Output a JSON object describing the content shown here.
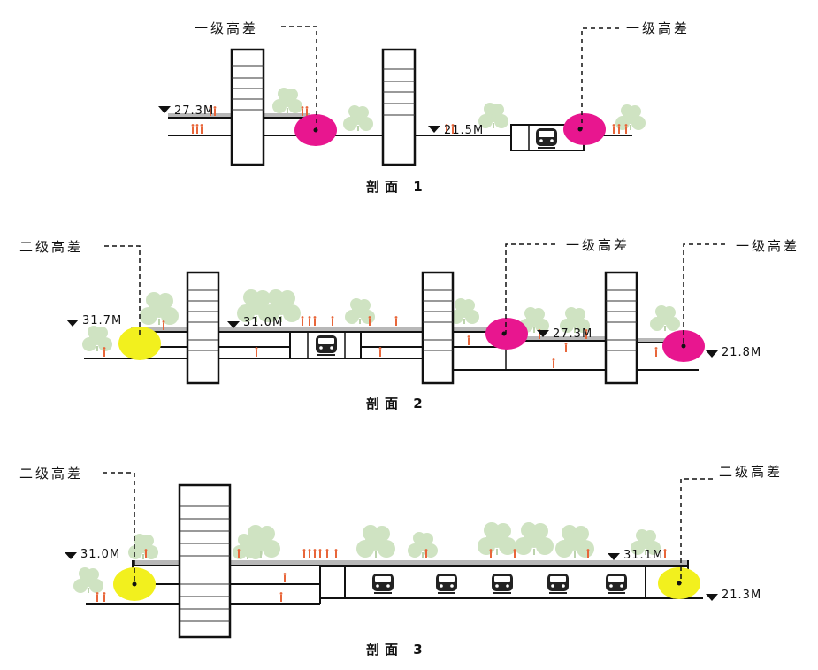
{
  "diagram": {
    "sections": [
      {
        "caption": "剖面 1",
        "elevations": [
          "27.3M",
          "21.5M"
        ],
        "callouts": [
          "一级高差",
          "一级高差"
        ]
      },
      {
        "caption": "剖面 2",
        "elevations": [
          "31.7M",
          "31.0M",
          "27.3M",
          "21.8M"
        ],
        "callouts": [
          "二级高差",
          "一级高差",
          "一级高差"
        ]
      },
      {
        "caption": "剖面 3",
        "elevations": [
          "31.0M",
          "31.1M",
          "21.3M"
        ],
        "callouts": [
          "二级高差",
          "二级高差"
        ]
      }
    ],
    "colors": {
      "level_one_marker": "#e8168f",
      "level_two_marker": "#f2f01e",
      "tree": "#cfe3c2",
      "people": "#e8663a",
      "deck": "#b8b8b8",
      "line": "#111111"
    }
  }
}
